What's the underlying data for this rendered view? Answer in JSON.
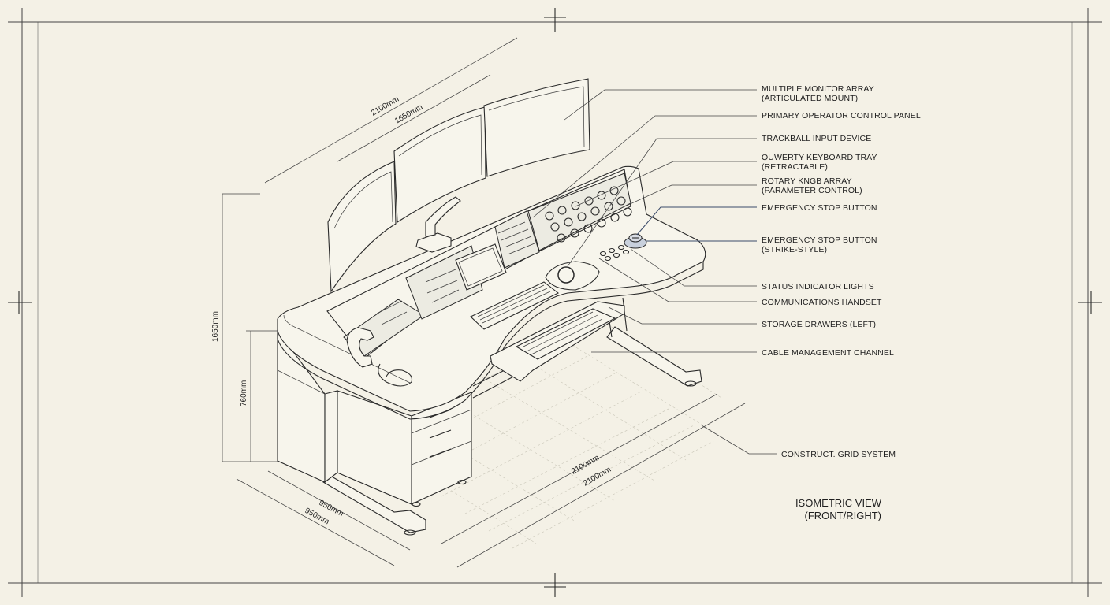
{
  "callouts": [
    {
      "line1": "MULTIPLE MONITOR ARRAY",
      "line2": "(ARTICULATED MOUNT)"
    },
    {
      "line1": "PRIMARY OPERATOR CONTROL PANEL",
      "line2": ""
    },
    {
      "line1": "TRACKBALL INPUT DEVICE",
      "line2": ""
    },
    {
      "line1": "QUWERTY KEYBOARD TRAY",
      "line2": "(RETRACTABLE)"
    },
    {
      "line1": "ROTARY KNGB ARRAY",
      "line2": "(PARAMETER CONTROL)"
    },
    {
      "line1": "EMERGENCY STOP BUTTON",
      "line2": ""
    },
    {
      "line1": "EMERGENCY STOP BUTTON",
      "line2": "(STRIKE-STYLE)"
    },
    {
      "line1": "STATUS INDICATOR LIGHTS",
      "line2": ""
    },
    {
      "line1": "COMMUNICATIONS HANDSET",
      "line2": ""
    },
    {
      "line1": "STORAGE DRAWERS (LEFT)",
      "line2": ""
    },
    {
      "line1": "CABLE MANAGEMENT CHANNEL",
      "line2": ""
    },
    {
      "line1": "CONSTRUCT. GRID SYSTEM",
      "line2": ""
    }
  ],
  "dimensions": {
    "top_outer_width": "2100mm",
    "top_inner_width": "1650mm",
    "overall_height": "1650mm",
    "desk_height": "760mm",
    "base_width_a": "2100mm",
    "base_width_b": "2100mm",
    "depth_a": "950mm",
    "depth_b": "950mm"
  },
  "view_label": {
    "line1": "ISOMETRIC VIEW",
    "line2": "(FRONT/RIGHT)"
  },
  "colors": {
    "paper": "#f4f1e6",
    "ink": "#2a2a2a",
    "accent": "#3a4a6a"
  }
}
